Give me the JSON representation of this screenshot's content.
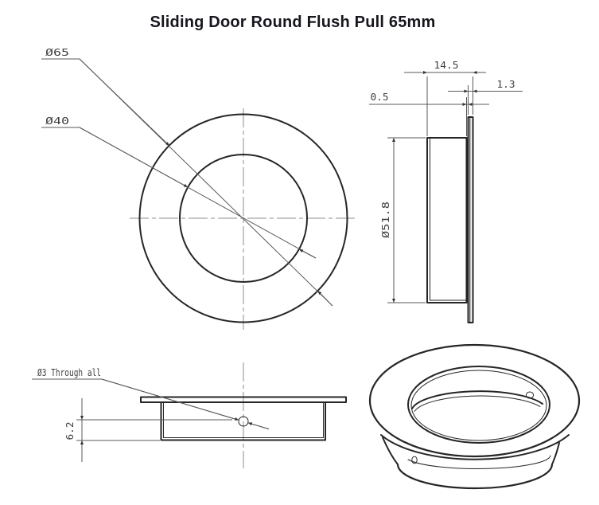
{
  "title": "Sliding Door Round Flush Pull 65mm",
  "colors": {
    "outline": "#262626",
    "dimension_lines": "#5a5a5a",
    "centerline": "#8c8c8c",
    "background": "#ffffff"
  },
  "front_view": {
    "dia_outer": "Ø65",
    "dia_inner": "Ø40"
  },
  "side_view": {
    "depth_total": "14.5",
    "flange_thickness": "1.3",
    "standoff": "0.5",
    "dia_body": "Ø51.8"
  },
  "bottom_view": {
    "hole_note": "Ø3 Through all",
    "hole_offset": "6.2"
  }
}
